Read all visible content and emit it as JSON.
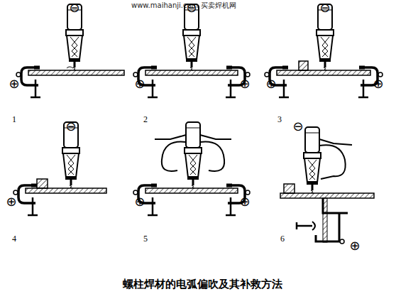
{
  "diagram": {
    "caption": "螺柱焊材的电弧偏吹及其补救方法",
    "labels": [
      "www.maihanji.com 买卖焊机网",
      "⊖",
      "⊕",
      "1",
      "⊖",
      "⊕",
      "⊕",
      "2",
      "⊖",
      "⊕",
      "⊕",
      "3",
      "⊖",
      "⊕",
      "4",
      "⊕",
      "⊕",
      "5",
      "⊖",
      "⊕",
      "6"
    ]
  }
}
